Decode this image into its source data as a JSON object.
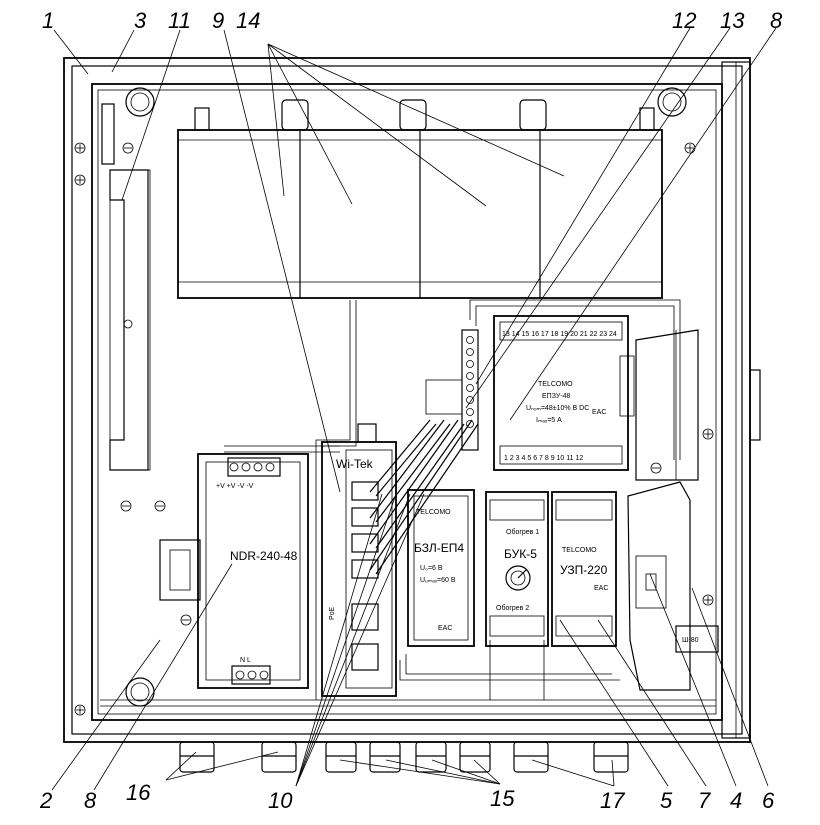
{
  "callouts": {
    "c1": "1",
    "c3": "3",
    "c11": "11",
    "c9": "9",
    "c14": "14",
    "c12": "12",
    "c13": "13",
    "c8top": "8",
    "c2": "2",
    "c8bot": "8",
    "c16": "16",
    "c10": "10",
    "c15": "15",
    "c17": "17",
    "c5": "5",
    "c7": "7",
    "c4": "4",
    "c6": "6"
  },
  "labels": {
    "psu_model": "NDR-240-48",
    "psu_term_top": "+V  +V  -V  -V",
    "psu_term_bottom": "N   L",
    "switch_brand": "Wi-Tek",
    "bzl_model": "БЗЛ-ЕП4",
    "bzl_u": "U₀=6 В",
    "bzl_umax": "Uᵤₘₐₓ=60 В",
    "buk_model": "БУК-5",
    "buk_sub1": "Обогрев 1",
    "buk_sub2": "Обогрев 2",
    "uzi_model": "УЗП-220",
    "epz_model": "ЕПЗУ-48",
    "epz_u": "Uₙₒₘ=48±10% В DC",
    "epz_i": "Iₘₐₓ=5 А",
    "epz_term_top": "13 14 15 16 17 18 19 20 21 22 23 24",
    "epz_term_bottom": "1  2  3  4  5  6  7  8  9  10  11  12",
    "sh80": "Ш-80",
    "brand": "TELCOMO",
    "eac": "EAC",
    "sw_poe": "PoE"
  }
}
